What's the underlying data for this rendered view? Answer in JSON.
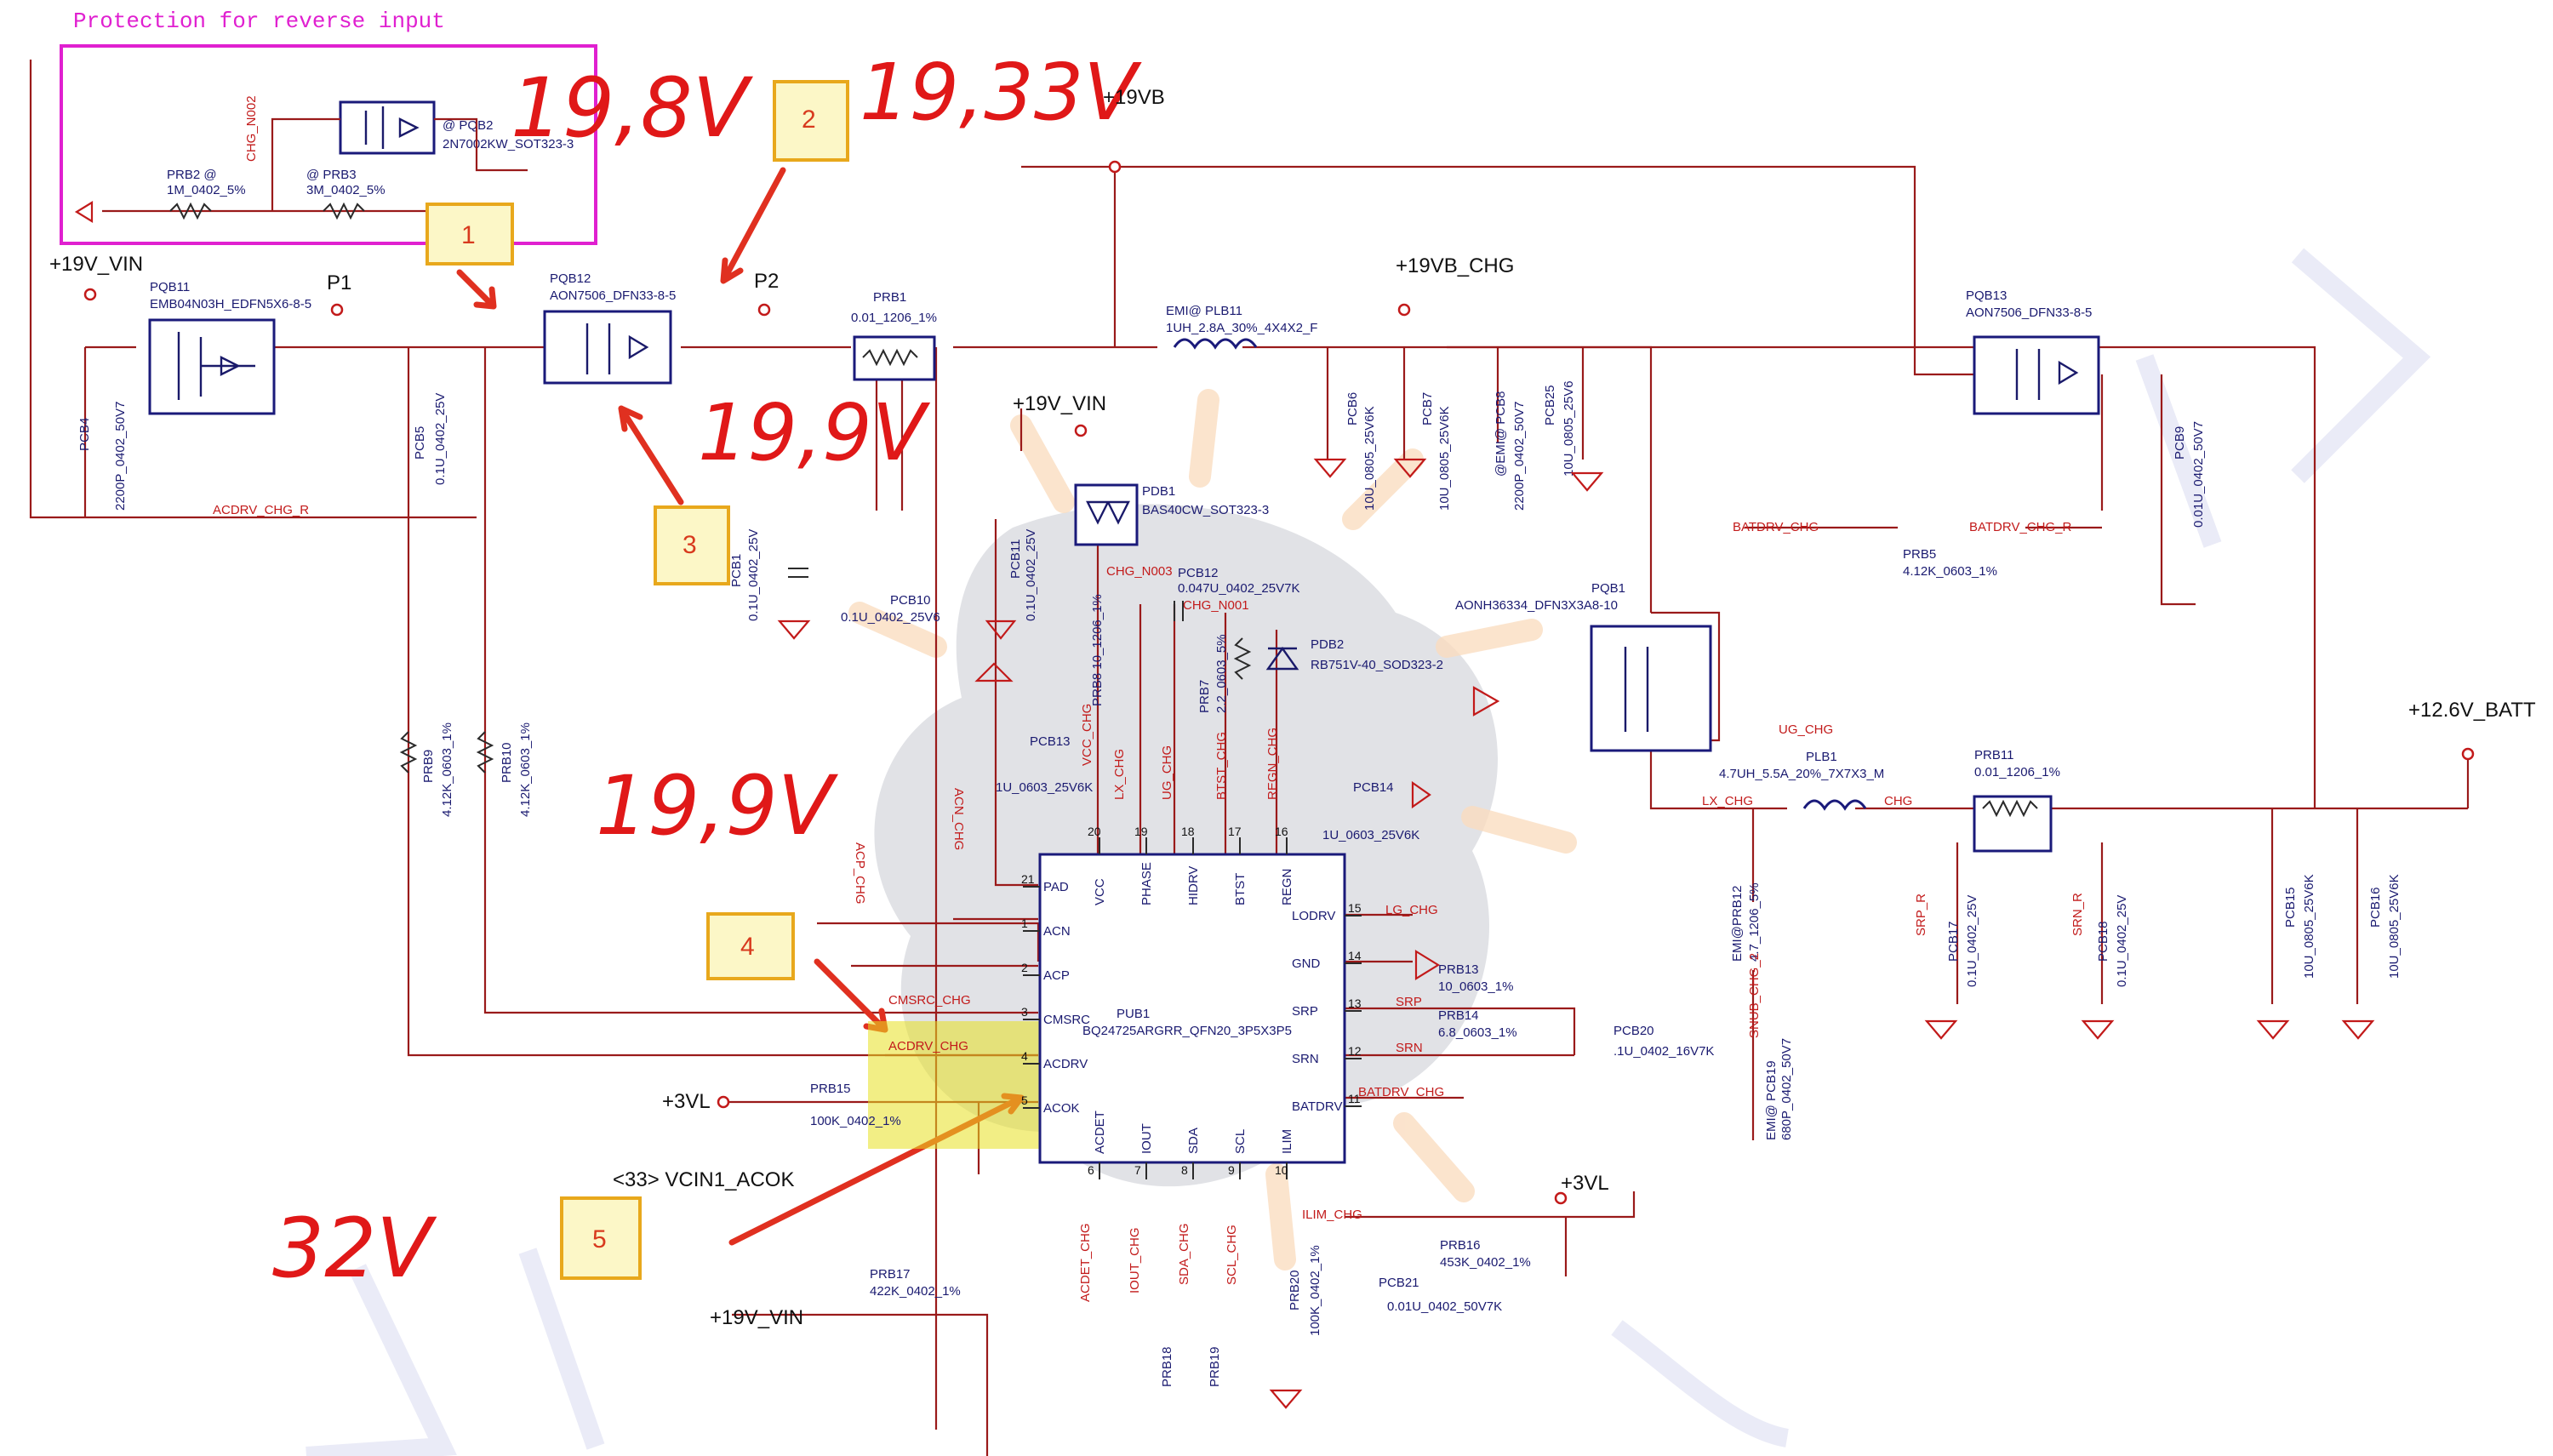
{
  "header": {
    "protection_title": "Protection for reverse input"
  },
  "rails": {
    "vin_19v_left": "+19V_VIN",
    "vb_19v": "+19VB",
    "vb_19v_chg": "+19VB_CHG",
    "vin_19v_mid": "+19V_VIN",
    "batt_12v6": "+12.6V_BATT",
    "vl_3v_left": "+3VL",
    "vl_3v_right": "+3VL",
    "vin_19v_bottom": "+19V_VIN",
    "vcin1_acok": "<33> VCIN1_ACOK",
    "p1": "P1",
    "p2": "P2"
  },
  "callouts": [
    "1",
    "2",
    "3",
    "4",
    "5"
  ],
  "handwritten": {
    "v1": "19,8V",
    "v2": "19,33V",
    "v3": "19,9V",
    "v4": "19,9V",
    "v5": "32V"
  },
  "components": {
    "pqb2_ref": "@ PQB2",
    "pqb2_val": "2N7002KW_SOT323-3",
    "prb2_ref": "PRB2 @",
    "prb2_val": "1M_0402_5%",
    "prb3_ref": "@ PRB3",
    "prb3_val": "3M_0402_5%",
    "chg_n002": "CHG_N002",
    "pqb11_ref": "PQB11",
    "pqb11_val": "EMB04N03H_EDFN5X6-8-5",
    "pqb12_ref": "PQB12",
    "pqb12_val": "AON7506_DFN33-8-5",
    "prb1_ref": "PRB1",
    "prb1_val": "0.01_1206_1%",
    "plb11_ref": "EMI@ PLB11",
    "plb11_val": "1UH_2.8A_30%_4X4X2_F",
    "pqb13_ref": "PQB13",
    "pqb13_val": "AON7506_DFN33-8-5",
    "pcb4_ref": "PCB4",
    "pcb4_val": "2200P_0402_50V7",
    "pcb5_ref": "PCB5",
    "pcb5_val": "0.1U_0402_25V",
    "acdrv_chg_r": "ACDRV_CHG_R",
    "pdb1_ref": "PDB1",
    "pdb1_val": "BAS40CW_SOT323-3",
    "chg_n003": "CHG_N003",
    "pcb12_ref": "PCB12",
    "pcb12_val": "0.047U_0402_25V7K",
    "chg_n001": "CHG_N001",
    "prb7_ref": "PRB7",
    "prb7_val": "2.2_0603_5%",
    "pdb2_ref": "PDB2",
    "pdb2_val": "RB751V-40_SOD323-2",
    "pcb1_ref": "PCB1",
    "pcb1_val": "0.1U_0402_25V",
    "pcb10_ref": "PCB10",
    "pcb10_val": "0.1U_0402_25V6",
    "pcb11_ref": "PCB11",
    "pcb11_val": "0.1U_0402_25V",
    "prb8_ref": "PRB8 10_1206_1%",
    "pcb6_ref": "PCB6",
    "pcb6_val": "10U_0805_25V6K",
    "pcb7_ref": "PCB7",
    "pcb7_val": "10U_0805_25V6K",
    "pcb8_ref": "@EMI@ PCB8",
    "pcb8_val": "2200P_0402_50V7",
    "pcb25_ref": "PCB25",
    "pcb25_val": "10U_0805_25V6",
    "pcb9_ref": "PCB9",
    "pcb9_val": "0.01U_0402_50V7",
    "batdrv_chg": "BATDRV_CHG",
    "batdrv_chg_r": "BATDRV_CHG_R",
    "prb5_ref": "PRB5",
    "prb5_val": "4.12K_0603_1%",
    "pqb1_ref": "PQB1",
    "pqb1_val": "AONH36334_DFN3X3A8-10",
    "ug_chg": "UG_CHG",
    "plb1_ref": "PLB1",
    "plb1_val": "4.7UH_5.5A_20%_7X7X3_M",
    "lx_chg": "LX_CHG",
    "chg": "CHG",
    "prb11_ref": "PRB11",
    "prb11_val": "0.01_1206_1%",
    "pcb13_ref": "PCB13",
    "pcb13_val": "1U_0603_25V6K",
    "pcb14_ref": "PCB14",
    "pcb14_val": "1U_0603_25V6K",
    "prb9_ref": "PRB9",
    "prb9_val": "4.12K_0603_1%",
    "prb10_ref": "PRB10",
    "prb10_val": "4.12K_0603_1%",
    "pub1_ref": "PUB1",
    "pub1_val": "BQ24725ARGRR_QFN20_3P5X3P5",
    "prb13_ref": "PRB13",
    "prb13_val": "10_0603_1%",
    "prb14_ref": "PRB14",
    "prb14_val": "6.8_0603_1%",
    "pcb20_ref": "PCB20",
    "pcb20_val": ".1U_0402_16V7K",
    "prb12_ref": "EMI@PRB12",
    "prb12_val": "4.7_1206_5%",
    "snub_chg": "SNUB_CHG_2",
    "pcb19_ref": "EMI@ PCB19",
    "pcb19_val": "680P_0402_50V7",
    "pcb17_ref": "PCB17",
    "pcb17_val": "0.1U_0402_25V",
    "pcb18_ref": "PCB18",
    "pcb18_val": "0.1U_0402_25V",
    "pcb15_ref": "PCB15",
    "pcb15_val": "10U_0805_25V6K",
    "pcb16_ref": "PCB16",
    "pcb16_val": "10U_0805_25V6K",
    "srp_r": "SRP_R",
    "srn_r": "SRN_R",
    "prb15_ref": "PRB15",
    "prb15_val": "100K_0402_1%",
    "prb16_ref": "PRB16",
    "prb16_val": "453K_0402_1%",
    "prb17_ref": "PRB17",
    "prb17_val": "422K_0402_1%",
    "pcb21_ref": "PCB21",
    "pcb21_val": "0.01U_0402_50V7K",
    "prb20_ref": "PRB20",
    "prb20_val": "100K_0402_1%",
    "prb18_ref": "PRB18",
    "prb19_ref": "PRB19",
    "ilim_chg": "ILIM_CHG"
  },
  "ic_pins": {
    "top": [
      "VCC",
      "PHASE",
      "HIDRV",
      "BTST",
      "REGN"
    ],
    "top_nums": [
      "20",
      "19",
      "18",
      "17",
      "16"
    ],
    "left": [
      "PAD",
      "ACN",
      "ACP",
      "CMSRC",
      "ACDRV",
      "ACOK"
    ],
    "left_nums": [
      "21",
      "1",
      "2",
      "3",
      "4",
      "5"
    ],
    "right": [
      "LODRV",
      "GND",
      "SRP",
      "SRN",
      "BATDRV"
    ],
    "right_nums": [
      "15",
      "14",
      "13",
      "12",
      "11"
    ],
    "bottom": [
      "ACDET",
      "IOUT",
      "SDA",
      "SCL",
      "ILIM"
    ],
    "bottom_nums": [
      "6",
      "7",
      "8",
      "9",
      "10"
    ]
  },
  "nets": {
    "lx_chg": "LX_CHG",
    "ug_chg": "UG_CHG",
    "btst_chg": "BTST_CHG",
    "regn_chg": "REGN_CHG",
    "vcc_chg": "VCC_CHG",
    "acp_chg": "ACP_CHG",
    "acn_chg": "ACN_CHG",
    "cmsrc_chg": "CMSRC_CHG",
    "acdrv_chg": "ACDRV_CHG",
    "lg_chg": "LG_CHG",
    "srp": "SRP",
    "srn": "SRN",
    "batdrv_chg2": "BATDRV_CHG",
    "acdet_chg": "ACDET_CHG",
    "iout_chg": "IOUT_CHG",
    "sda_chg": "SDA_CHG",
    "scl_chg": "SCL_CHG"
  },
  "colors": {
    "wire": "#9a1a1a",
    "part": "#1a1a7a",
    "net_label": "#c21a1a",
    "protection_box": "#e020d0",
    "callout_border": "#e8a81c",
    "highlight": "#e8e020",
    "handwriting": "#e01818"
  }
}
